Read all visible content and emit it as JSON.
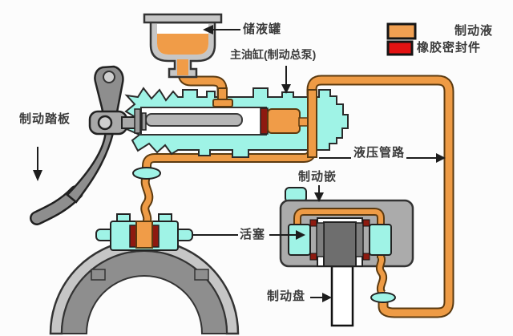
{
  "labels": {
    "reservoir": "储液罐",
    "master_cylinder": "主油缸(制动总泵)",
    "brake_pedal": "制动踏板",
    "hydraulic_line": "液压管路",
    "brake_caliper": "制动嵌",
    "piston": "活塞",
    "brake_disc": "制动盘"
  },
  "legend": {
    "items": [
      {
        "label": "制动液",
        "color": "#F0A052"
      },
      {
        "label": "橡胶密封件",
        "color": "#E31313"
      }
    ]
  },
  "colors": {
    "brake_fluid_pipe": "#EE9B45",
    "pipe_outline": "#5B3A10",
    "seal_dark": "#8E1A10",
    "component_cyan": "#9FF3E6",
    "metal_gray": "#ABABAB",
    "drum_gray": "#8E8E8E",
    "drum_rim_gray": "#C6C6C6",
    "outline": "#333333",
    "background": "#FCFCFC"
  }
}
